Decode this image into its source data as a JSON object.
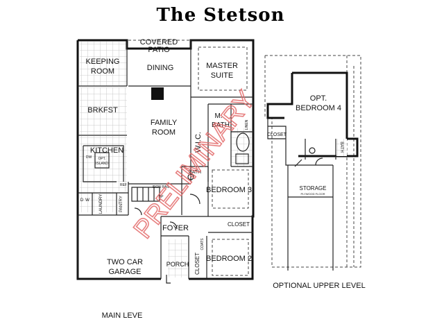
{
  "title": "The Stetson",
  "watermark": "PRELIMINARY",
  "watermark_color": "#e36b6b",
  "main_level": {
    "caption": "MAIN LEVE",
    "rooms": {
      "covered_patio_1": "COVERED",
      "covered_patio_2": "PATIO",
      "keeping_room_1": "KEEPING",
      "keeping_room_2": "ROOM",
      "dining": "DINING",
      "master_suite_1": "MASTER",
      "master_suite_2": "SUITE",
      "brkfst": "BRKFST",
      "family_room_1": "FAMILY",
      "family_room_2": "ROOM",
      "m_bath_1": "M.",
      "m_bath_2": "BATH",
      "linen": "LINEN",
      "wic": "W.I.C.",
      "kitchen": "KITCHEN",
      "opt_island_1": "OPT.",
      "opt_island_2": "ISLAND",
      "dw": "DW",
      "bath": "BATH",
      "bedroom3": "BEDROOM 3",
      "iron_rail": "IRON RAIL",
      "up": "UP",
      "ref": "REF",
      "d": "D",
      "w": "W",
      "laundry": "LAUNDRY",
      "pantry": "PANTRY",
      "closet_bed3": "CLOSET",
      "foyer": "FOYER",
      "two_car_garage_1": "TWO CAR",
      "two_car_garage_2": "GARAGE",
      "coats": "COATS",
      "porch": "PORCH",
      "closet_bed2": "CLOSET",
      "bedroom2": "BEDROOM 2"
    }
  },
  "upper_level": {
    "caption": "OPTIONAL UPPER LEVEL",
    "rooms": {
      "opt_bedroom4_1": "OPT.",
      "opt_bedroom4_2": "BEDROOM 4",
      "closet": "CLOSET",
      "bath": "BATH",
      "storage": "STORAGE",
      "storage_note": "PLYWOOD FLOOR"
    }
  }
}
